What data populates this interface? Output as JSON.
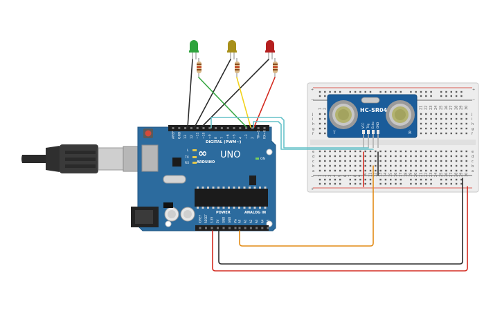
{
  "board": {
    "brand_symbol": "∞",
    "brand": "ARDUINO",
    "model": "UNO",
    "digital_header_label": "DIGITAL (PWM~)",
    "led_on_label": "ON",
    "led_l": "L",
    "led_tx": "TX",
    "led_rx": "RX",
    "digital_pins": [
      "AREF",
      "GND",
      "13",
      "12",
      "~11",
      "~10",
      "~9",
      "8",
      "7",
      "~6",
      "~5",
      "4",
      "~3",
      "2",
      "TX→1",
      "RX←0"
    ],
    "power_header_label": "POWER",
    "analog_header_label": "ANALOG IN",
    "power_pins": [
      "IOREF",
      "RESET",
      "3.3V",
      "5V",
      "GND",
      "GND",
      "Vin"
    ],
    "analog_pins": [
      "A0",
      "A1",
      "A2",
      "A3",
      "A4",
      "A5"
    ]
  },
  "sensor": {
    "name": "HC-SR04",
    "left_label": "T",
    "right_label": "R",
    "pins": [
      "VCC",
      "Trig",
      "Echo",
      "GND"
    ]
  },
  "breadboard": {
    "row_letters_top": [
      "j",
      "i",
      "h",
      "g",
      "f"
    ],
    "row_letters_bottom": [
      "e",
      "d",
      "c",
      "b",
      "a"
    ],
    "plus": "+",
    "minus": "−",
    "col_numbers": [
      "1",
      "2",
      "3",
      "4",
      "5",
      "6",
      "7",
      "8",
      "9",
      "10",
      "11",
      "12",
      "13",
      "14",
      "15",
      "16",
      "17",
      "18",
      "19",
      "20",
      "21",
      "22",
      "23",
      "24",
      "25",
      "26",
      "27",
      "28",
      "29",
      "30"
    ]
  },
  "colors": {
    "board": "#2c6b9e",
    "board_dark": "#1f5683",
    "breadboard": "#ededed",
    "sensor_pcb": "#1a5c9a",
    "wire_red": "#d42b20",
    "wire_black": "#2b2b2b",
    "wire_orange": "#e28a14",
    "wire_cyan": "#66c2c9",
    "wire_yellow": "#f2d21c",
    "wire_green": "#3aa845",
    "led_green": "#2ea33c",
    "led_yellow": "#a8901a",
    "led_red": "#b51f1f"
  },
  "leds": [
    {
      "name": "green-led",
      "color": "led_green"
    },
    {
      "name": "yellow-led",
      "color": "led_yellow"
    },
    {
      "name": "red-led",
      "color": "led_red"
    }
  ]
}
